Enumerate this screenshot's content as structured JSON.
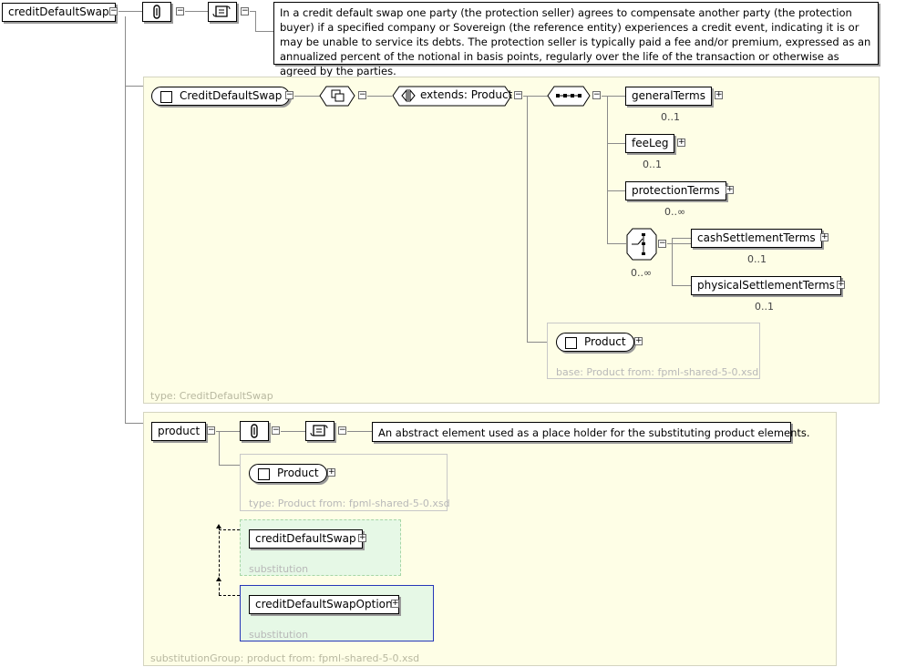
{
  "root": {
    "name": "creditDefaultSwap",
    "documentation": "In a credit default swap one party (the protection seller) agrees to compensate another party (the protection buyer) if a specified company or Sovereign (the reference entity) experiences a credit event, indicating it is or may be unable to service its debts. The protection seller is typically paid a fee and/or premium, expressed as an annualized percent of the notional in basis points, regularly over the life of the transaction or otherwise as agreed by the parties."
  },
  "type_panel": {
    "type_name": "CreditDefaultSwap",
    "extends_label": "extends: Product",
    "footer": "type: CreditDefaultSwap",
    "children": [
      {
        "name": "generalTerms",
        "card": "0..1"
      },
      {
        "name": "feeLeg",
        "card": "0..1"
      },
      {
        "name": "protectionTerms",
        "card": "0..∞"
      }
    ],
    "choice_card": "0..∞",
    "choice_children": [
      {
        "name": "cashSettlementTerms",
        "card": "0..1"
      },
      {
        "name": "physicalSettlementTerms",
        "card": "0..1"
      }
    ],
    "base_type": "Product",
    "base_footer": "base: Product from: fpml-shared-5-0.xsd"
  },
  "subst_panel": {
    "element_name": "product",
    "documentation": "An abstract element used as a place holder for the substituting product elements.",
    "type_name": "Product",
    "type_footer": "type: Product from: fpml-shared-5-0.xsd",
    "substitutions": [
      {
        "name": "creditDefaultSwap",
        "label": "substitution"
      },
      {
        "name": "creditDefaultSwapOption",
        "label": "substitution"
      }
    ],
    "footer": "substitutionGroup: product from: fpml-shared-5-0.xsd"
  },
  "icons": {
    "expand": "plus-icon",
    "collapse": "minus-icon",
    "annotation": "paperclip-icon",
    "documentation": "scroll-icon",
    "sequence": "sequence-icon",
    "choice": "choice-icon"
  }
}
